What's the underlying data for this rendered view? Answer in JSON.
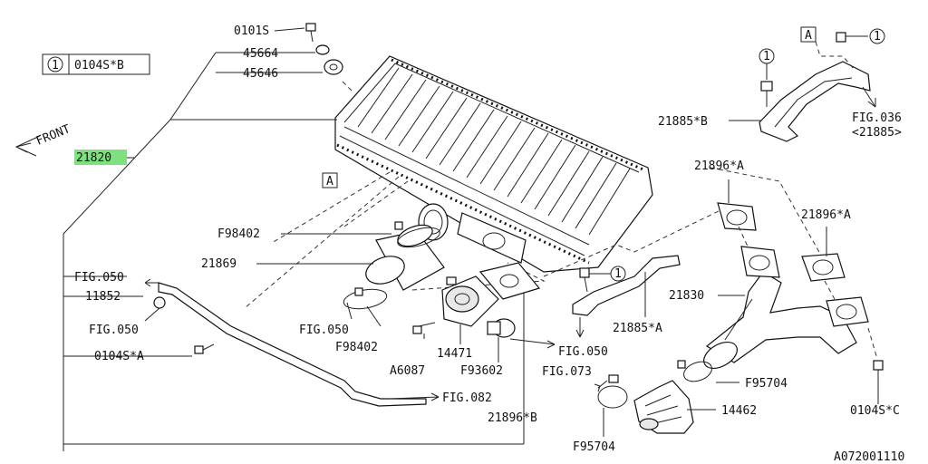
{
  "diagram": {
    "highlight_color": "#7ee07e",
    "front_label": "FRONT",
    "legend": {
      "marker": "1",
      "code": "0104S*B"
    },
    "section_marker": "A",
    "catalog_number": "A072001110",
    "labels": {
      "p0101s": "0101S",
      "p45664": "45664",
      "p45646": "45646",
      "p21820": "21820",
      "pF98402a": "F98402",
      "p21869": "21869",
      "pFIG050a": "FIG.050",
      "p11852": "11852",
      "pFIG050b": "FIG.050",
      "p0104sA": "0104S*A",
      "pFIG050c": "FIG.050",
      "pF98402b": "F98402",
      "p14471": "14471",
      "pA6087": "A6087",
      "pF93602": "F93602",
      "pFIG050d": "FIG.050",
      "pFIG082": "FIG.082",
      "p21896B": "21896*B",
      "p21885A": "21885*A",
      "p21885B": "21885*B",
      "pFIG036": "FIG.036",
      "pFIG036sub": "<21885>",
      "p21896A1": "21896*A",
      "p21896A2": "21896*A",
      "p21830": "21830",
      "pF95704a": "F95704",
      "pFIG073": "FIG.073",
      "p14462": "14462",
      "pF95704b": "F95704",
      "p0104sC": "0104S*C"
    }
  }
}
